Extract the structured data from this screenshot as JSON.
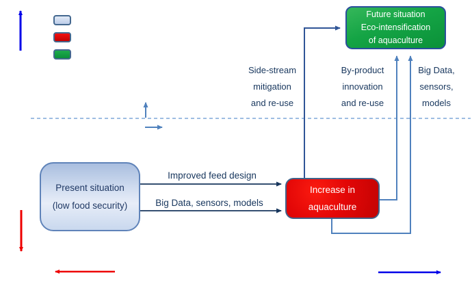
{
  "figure": {
    "title": "Eco-intensification of aquaculture diagram",
    "background": "#FFFFFF",
    "legend": {
      "swatches": [
        {
          "id": "present",
          "fill": "#C9D8EE",
          "border": "#44688F"
        },
        {
          "id": "increase",
          "fill": "#E00808",
          "border": "#44688F"
        },
        {
          "id": "future",
          "fill": "#12A044",
          "border": "#44688F"
        }
      ]
    },
    "nodes": {
      "present": {
        "text": "Present situation\n(low food security)",
        "fill": "#C9D8EE",
        "border": "#5F83B9",
        "text_color": "#1F3864"
      },
      "increase": {
        "text": "Increase in\naquaculture",
        "fill": "#E30707",
        "border": "#41628A",
        "text_color": "#FFFFFF"
      },
      "future": {
        "text": "Future situation\nEco-intensification\nof aquaculture",
        "fill": "#14A445",
        "border": "#2A4E9C",
        "text_color": "#FFFFFF"
      }
    },
    "edge_labels": {
      "improved_feed": "Improved feed design",
      "big_data_bottom": "Big Data, sensors, models",
      "side_stream": "Side-stream\nmitigation\nand re-use",
      "by_product": "By-product\ninnovation\nand re-use",
      "big_data_top": "Big Data,\nsensors,\nmodels"
    },
    "colors": {
      "axis_blue": "#0000E8",
      "axis_red": "#EE0000",
      "connector_navy": "#17365D",
      "connector_blue": "#2F5597",
      "connector_steel": "#4F81BD",
      "dashed_line": "#7FA7D9",
      "label_text": "#17365D"
    }
  }
}
